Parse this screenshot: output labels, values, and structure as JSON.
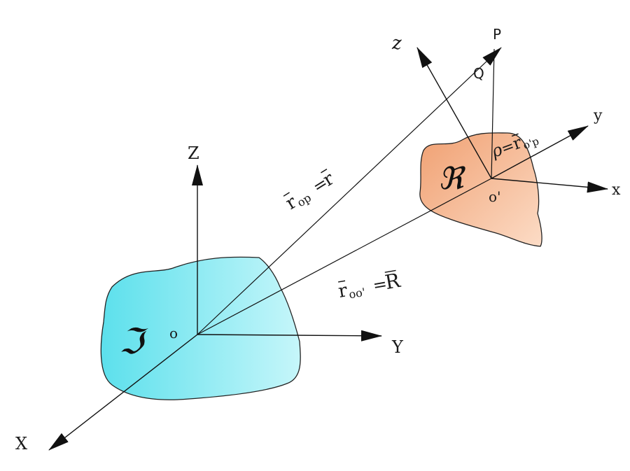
{
  "diagram": {
    "colors": {
      "inertial_body": "#5ce0ec",
      "inertial_body_light": "#c6f6fa",
      "moving_body": "#f0a072",
      "moving_body_light": "#fcdcc6",
      "ink": "#111111"
    },
    "inertial_frame": {
      "symbol": "ℑ",
      "origin": "o",
      "axes": {
        "X": "X",
        "Y": "Y",
        "Z": "Z"
      }
    },
    "moving_frame": {
      "symbol": "ℜ",
      "origin": "o'",
      "axes": {
        "x": "x",
        "y": "y",
        "z": "z"
      }
    },
    "points": {
      "P": "P",
      "Q": "Q"
    },
    "vectors": {
      "r_op": {
        "lhs": "r",
        "lhs_sub": "op",
        "rhs": "r"
      },
      "r_oo": {
        "lhs": "r",
        "lhs_sub": "oo'",
        "rhs": "R"
      },
      "rho": {
        "lhs": "ρ",
        "rhs": "r",
        "rhs_sub": "o'p"
      }
    }
  }
}
